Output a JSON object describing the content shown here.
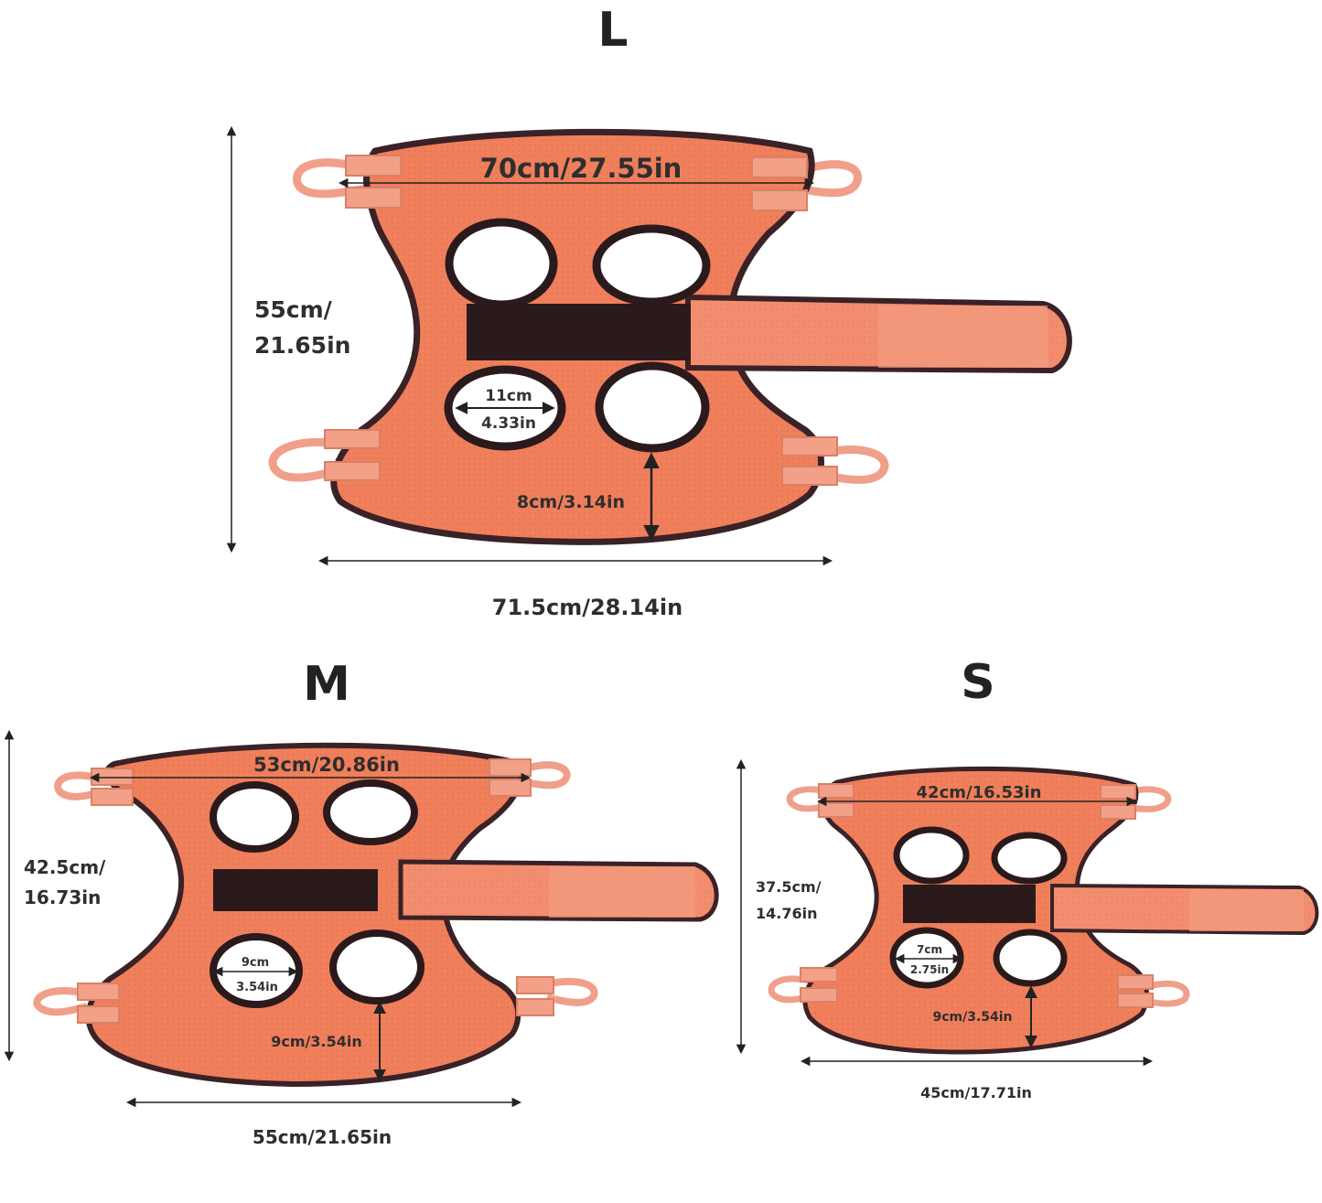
{
  "sizes": {
    "large": {
      "label": "L",
      "top_width": "70cm/27.55in",
      "height_cm": "55cm/",
      "height_in": "21.65in",
      "hole_cm": "11cm",
      "hole_in": "4.33in",
      "bottom_gap": "8cm/3.14in",
      "total_width": "71.5cm/28.14in"
    },
    "medium": {
      "label": "M",
      "top_width": "53cm/20.86in",
      "height_cm": "42.5cm/",
      "height_in": "16.73in",
      "hole_cm": "9cm",
      "hole_in": "3.54in",
      "bottom_gap": "9cm/3.54in",
      "total_width": "55cm/21.65in"
    },
    "small": {
      "label": "S",
      "top_width": "42cm/16.53in",
      "height_cm": "37.5cm/",
      "height_in": "14.76in",
      "hole_cm": "7cm",
      "hole_in": "2.75in",
      "bottom_gap": "9cm/3.54in",
      "total_width": "45cm/17.71in"
    }
  },
  "colors": {
    "fabric": "#f07f5c",
    "fabric_light": "#f29a7c",
    "strap": "#f28767",
    "border": "#3a2226",
    "velcro": "#2b1a1c",
    "loop": "#f3a78f"
  }
}
